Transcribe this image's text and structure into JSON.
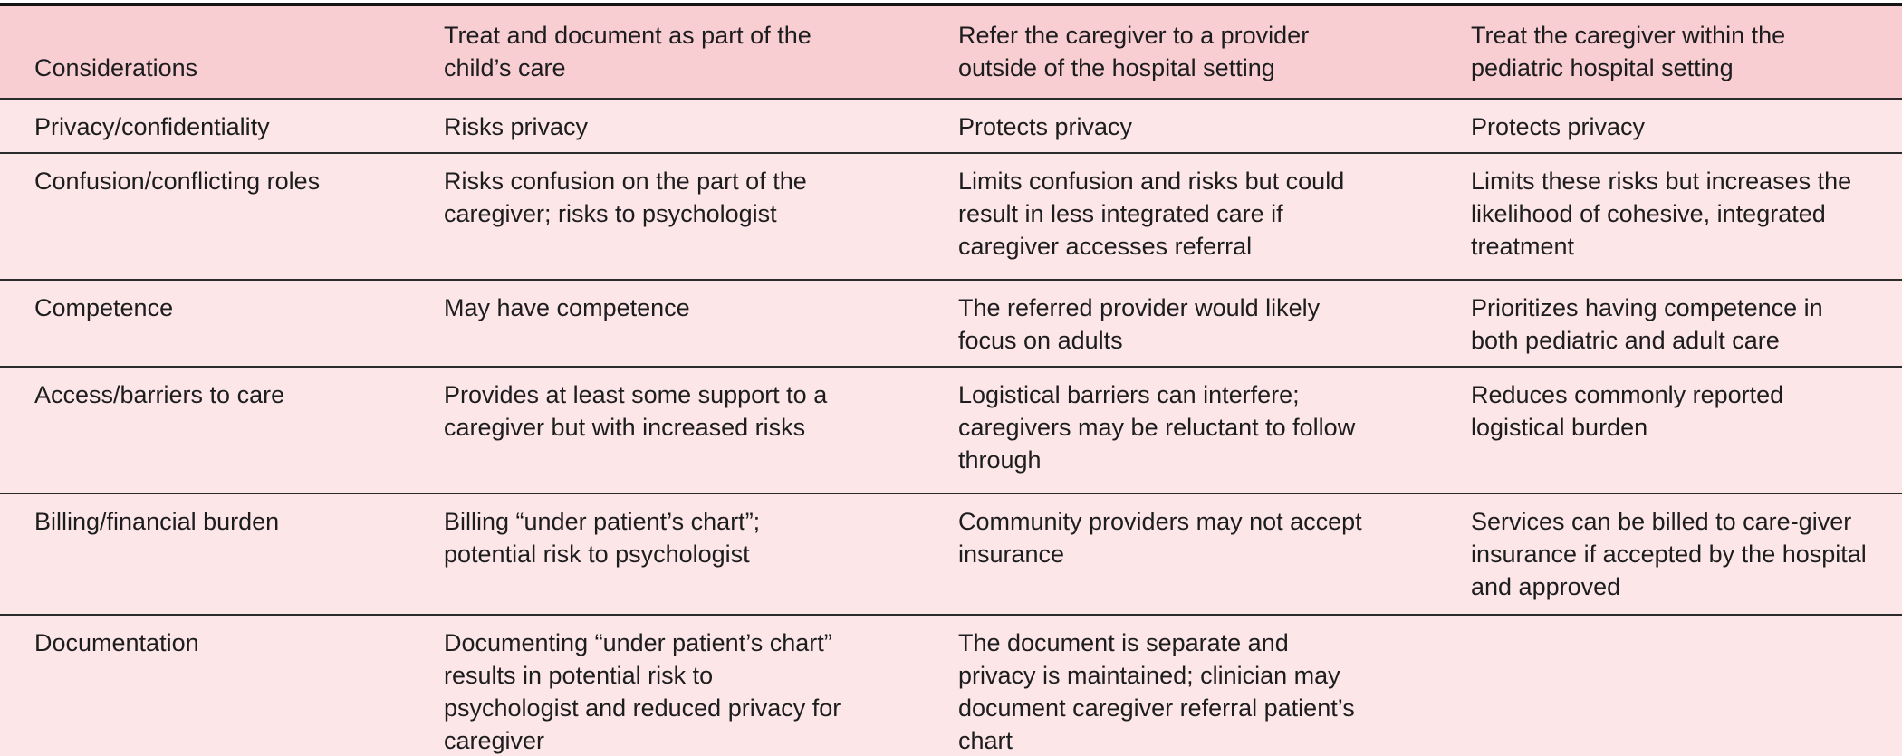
{
  "figure": {
    "type": "comparison-table",
    "topic": "Options for addressing caregiver mental health needs in a pediatric hospital setting"
  },
  "colors": {
    "header_bg": "#f8ced2",
    "body_bg": "#fce6e7",
    "rule": "#2b2b2b",
    "border": "#141414",
    "text": "#1d1d1f"
  },
  "table": {
    "columns": [
      "Considerations",
      "Treat and document as part of the child’s care",
      "Refer the caregiver to a provider outside of the hospital setting",
      "Treat the caregiver within the pediatric hospital setting"
    ],
    "rows": [
      {
        "label": "Privacy/confidentiality",
        "cells": [
          "Risks privacy",
          "Protects privacy",
          "Protects privacy"
        ]
      },
      {
        "label": "Confusion/conflicting roles",
        "cells": [
          "Risks confusion on the part of the caregiver; risks to psychologist",
          "Limits confusion and risks but could result in less integrated care if caregiver accesses referral",
          "Limits these risks but increases the likelihood of cohesive, integrated treatment"
        ]
      },
      {
        "label": "Competence",
        "cells": [
          "May have competence",
          "The referred provider would likely focus on adults",
          "Prioritizes having competence in both pediatric and adult care"
        ]
      },
      {
        "label": "Access/barriers to care",
        "cells": [
          "Provides at least some support to a caregiver but with increased risks",
          "Logistical barriers can interfere; caregivers may be reluctant to follow through",
          "Reduces commonly reported logistical burden"
        ]
      },
      {
        "label": "Billing/financial burden",
        "cells": [
          "Billing “under patient’s chart”; potential risk to psychologist",
          "Community providers may not accept insurance",
          "Services can be billed to care-giver insurance if accepted by the hospital and approved"
        ]
      },
      {
        "label": "Documentation",
        "cells": [
          "Documenting “under patient’s chart” results in potential risk to psychologist and reduced privacy for caregiver",
          "The document is separate and privacy is maintained; clinician may document caregiver referral patient’s chart",
          ""
        ]
      }
    ]
  }
}
